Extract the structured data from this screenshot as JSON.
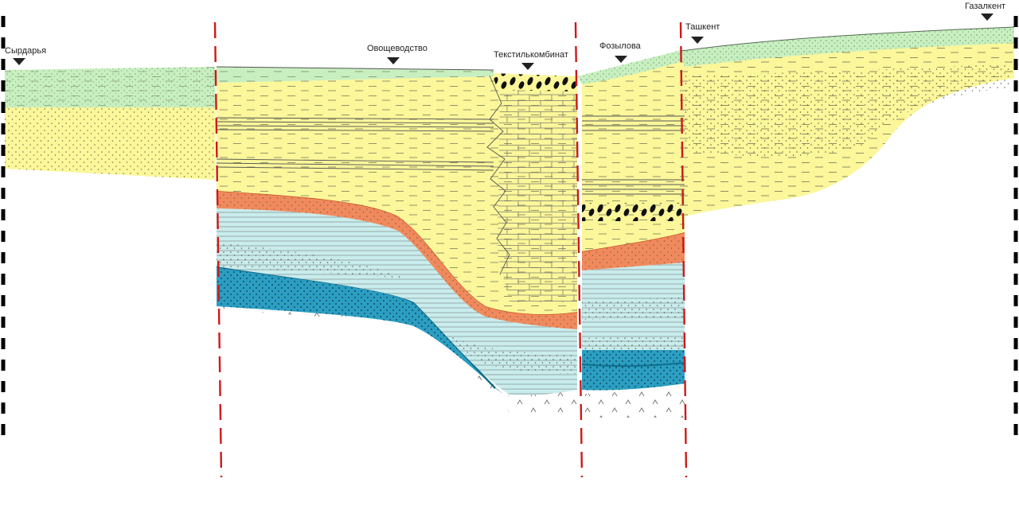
{
  "wells": [
    {
      "id": "syrdarya",
      "label": "Сырдарья"
    },
    {
      "id": "ovoshch",
      "label": "Овощеводство"
    },
    {
      "id": "tekstil",
      "label": "Текстилькомбинат"
    },
    {
      "id": "fozilova",
      "label": "Фозылова"
    },
    {
      "id": "tashkent",
      "label": "Ташкент"
    },
    {
      "id": "gazalkent",
      "label": "Газалкент"
    }
  ],
  "colors": {
    "surface_loess": "#c8efc0",
    "sand_clay": "#fbf79a",
    "red_marker": "#f08a5d",
    "red_marker_dark": "#c8552a",
    "light_blue": "#c9ecec",
    "teal": "#2b9ec2",
    "teal_dark": "#0f6e8e",
    "fault": "#cc1a1a"
  }
}
